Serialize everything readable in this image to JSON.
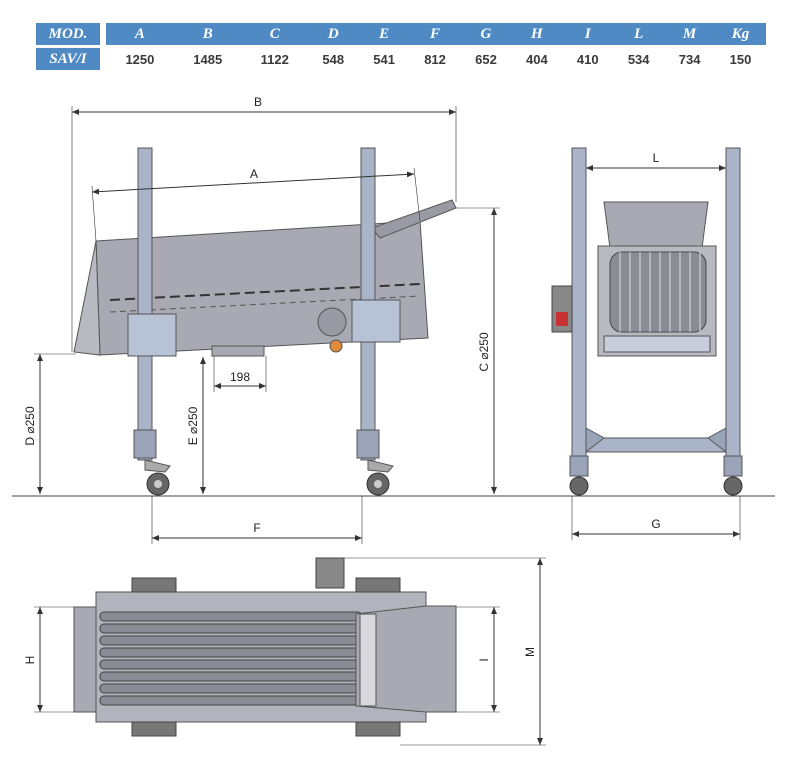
{
  "spec_table": {
    "headers": [
      "MOD.",
      "A",
      "B",
      "C",
      "D",
      "E",
      "F",
      "G",
      "H",
      "I",
      "L",
      "M",
      "Kg"
    ],
    "model": "SAV/I",
    "values": [
      "1250",
      "1485",
      "1122",
      "548",
      "541",
      "812",
      "652",
      "404",
      "410",
      "534",
      "734",
      "150"
    ]
  },
  "dimension_labels": {
    "A": "A",
    "B": "B",
    "C": "C ⌀250",
    "D": "D ⌀250",
    "E": "E ⌀250",
    "F": "F",
    "G": "G",
    "H": "H",
    "I": "I",
    "L": "L",
    "M": "M",
    "d198": "198"
  },
  "colors": {
    "header_bg": "#4f8ac4",
    "machine_body": "#a9a9b3",
    "frame": "#aab4c8",
    "dimension_line": "#333333"
  }
}
